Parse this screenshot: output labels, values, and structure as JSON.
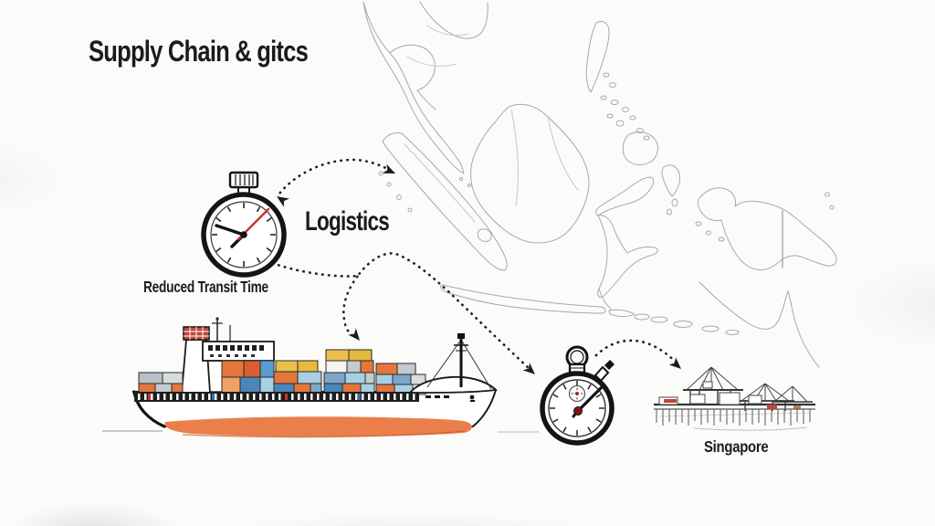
{
  "title": "Supply Chain & gitcs",
  "labels": {
    "logistics": "Logistics",
    "reduced_transit": "Reduced Transit Time",
    "port_city": "Singapore"
  },
  "palette": {
    "ink": "#1c1c1c",
    "map_line": "#a8a8a8",
    "accent_red": "#c63325",
    "hull_orange": "#eb7f4b",
    "container_orange": "#e4763b",
    "container_blue": "#5b9bd0",
    "container_yellow": "#eac04b",
    "container_gray": "#b9c0c7"
  },
  "icons": [
    {
      "name": "southeast-asia-map"
    },
    {
      "name": "transit-stopwatch-icon"
    },
    {
      "name": "timer-stopwatch-icon"
    },
    {
      "name": "container-ship-icon"
    },
    {
      "name": "port-cranes-icon"
    },
    {
      "name": "arrow-map-to-stopwatch"
    },
    {
      "name": "arrow-stopwatch-to-timer"
    },
    {
      "name": "arrow-to-ship"
    },
    {
      "name": "arrow-timer-to-port"
    }
  ]
}
